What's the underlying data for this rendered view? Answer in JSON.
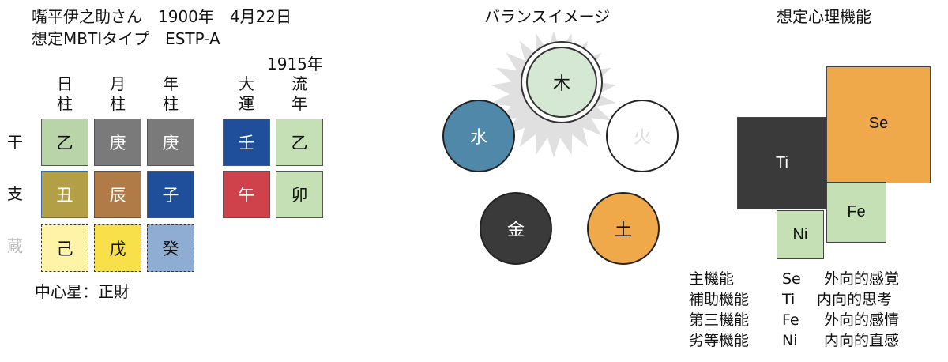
{
  "profile": {
    "line1": "嘴平伊之助さん　1900年　4月22日",
    "line2": "想定MBTIタイプ　ESTP-A"
  },
  "pillars": {
    "flow_year": "1915年",
    "columns": [
      {
        "label": "日\n柱",
        "stem": "乙",
        "branch": "丑",
        "hidden": "己"
      },
      {
        "label": "月\n柱",
        "stem": "庚",
        "branch": "辰",
        "hidden": "戊"
      },
      {
        "label": "年\n柱",
        "stem": "庚",
        "branch": "子",
        "hidden": "癸"
      },
      {
        "label": "大\n運",
        "stem": "壬",
        "branch": "午"
      },
      {
        "label": "流\n年",
        "stem": "乙",
        "branch": "卯"
      }
    ],
    "row_labels": {
      "stem": "干",
      "branch": "支",
      "hidden": "蔵"
    },
    "main_star": "中心星：正財"
  },
  "balance": {
    "title": "バランスイメージ",
    "elements": [
      {
        "name": "木",
        "fill": "#d5e8d4",
        "text_color": "#111"
      },
      {
        "name": "水",
        "fill": "#4f88a8",
        "text_color": "#fff"
      },
      {
        "name": "火",
        "fill": "#ffffff",
        "text_color": "#ddd"
      },
      {
        "name": "金",
        "fill": "#3a3a3a",
        "text_color": "#fff"
      },
      {
        "name": "土",
        "fill": "#efa94a",
        "text_color": "#111"
      }
    ]
  },
  "functions": {
    "title": "想定心理機能",
    "boxes": [
      {
        "label": "Se",
        "fill": "#efa94a",
        "text_color": "#111"
      },
      {
        "label": "Ti",
        "fill": "#3a3a3a",
        "text_color": "#fff"
      },
      {
        "label": "Fe",
        "fill": "#c5e0b4",
        "text_color": "#111"
      },
      {
        "label": "Ni",
        "fill": "#c5e0b4",
        "text_color": "#111"
      }
    ],
    "rows": [
      {
        "role": "主機能",
        "code": "Se",
        "desc": "外向的感覚"
      },
      {
        "role": "補助機能",
        "code": "Ti",
        "desc": "内向的思考"
      },
      {
        "role": "第三機能",
        "code": "Fe",
        "desc": "外向的感情"
      },
      {
        "role": "劣等機能",
        "code": "Ni",
        "desc": "内向的直感"
      }
    ]
  }
}
